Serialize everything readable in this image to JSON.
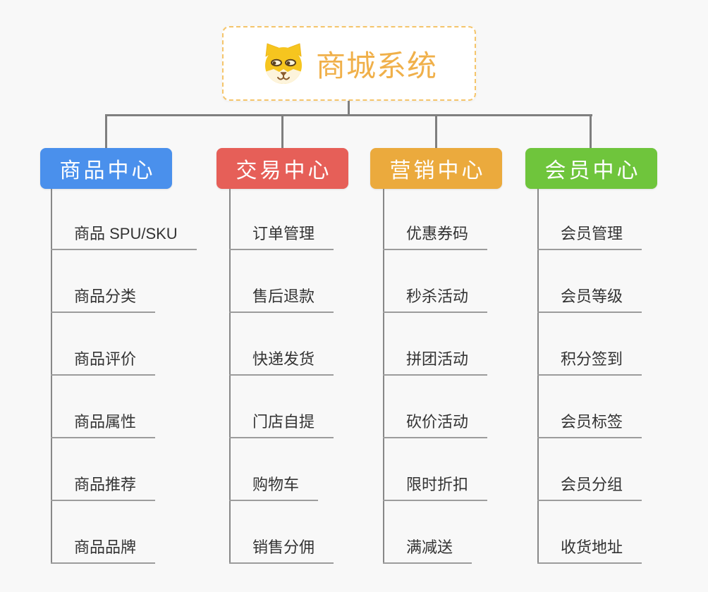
{
  "root": {
    "title": "商城系统",
    "icon": "dog-face-icon"
  },
  "branches": [
    {
      "label": "商品中心",
      "color": "#4a90ec",
      "items": [
        "商品 SPU/SKU",
        "商品分类",
        "商品评价",
        "商品属性",
        "商品推荐",
        "商品品牌"
      ]
    },
    {
      "label": "交易中心",
      "color": "#e65f58",
      "items": [
        "订单管理",
        "售后退款",
        "快递发货",
        "门店自提",
        "购物车",
        "销售分佣"
      ]
    },
    {
      "label": "营销中心",
      "color": "#ebaa3d",
      "items": [
        "优惠券码",
        "秒杀活动",
        "拼团活动",
        "砍价活动",
        "限时折扣",
        "满减送"
      ]
    },
    {
      "label": "会员中心",
      "color": "#6fc53c",
      "items": [
        "会员管理",
        "会员等级",
        "积分签到",
        "会员标签",
        "会员分组",
        "收货地址"
      ]
    }
  ],
  "palette": {
    "background": "#f8f8f8",
    "connector": "#7f7f7f",
    "spine": "#888888",
    "underline": "#9c9c9c",
    "item_text": "#333333",
    "root_title_text": "#f0b04a",
    "root_border": "#f5c56b",
    "dog_fur": "#f6c51f",
    "dog_muzzle": "#fdf4dc",
    "dog_features": "#5a4220"
  }
}
